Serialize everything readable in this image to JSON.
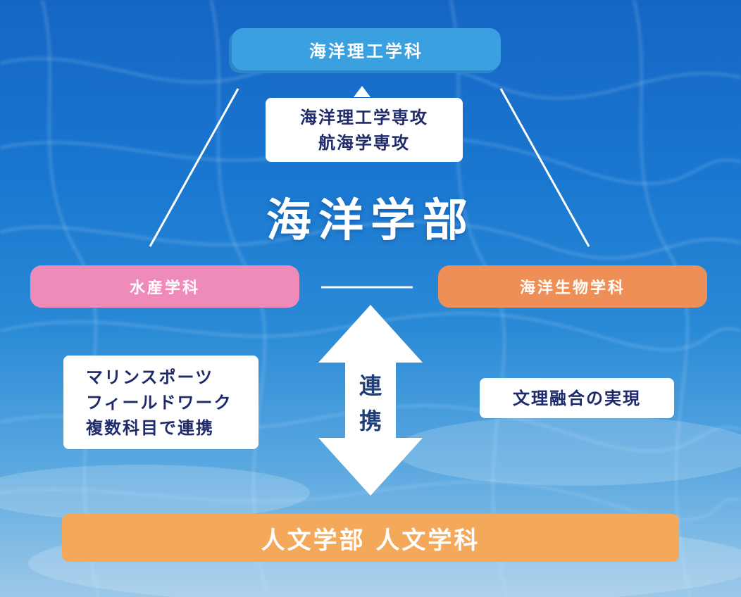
{
  "title": "海洋学部",
  "departments": {
    "top": "海洋理工学科",
    "left": "水産学科",
    "right": "海洋生物学科",
    "bottom": "人文学部 人文学科"
  },
  "cards": {
    "top_lines": [
      "海洋理工学専攻",
      "航海学専攻"
    ],
    "left_lines": [
      "マリンスポーツ",
      "フィールドワーク",
      "複数科目で連携"
    ],
    "right_lines": [
      "文理融合の実現"
    ]
  },
  "link_chars": [
    "連",
    "携"
  ],
  "colors": {
    "top_pill": "#3aa0e0",
    "left_pill": "#ee8bb8",
    "right_pill": "#ee8f57",
    "bottom_bar": "#f4a95a",
    "card_text": "#1f2a6b"
  }
}
